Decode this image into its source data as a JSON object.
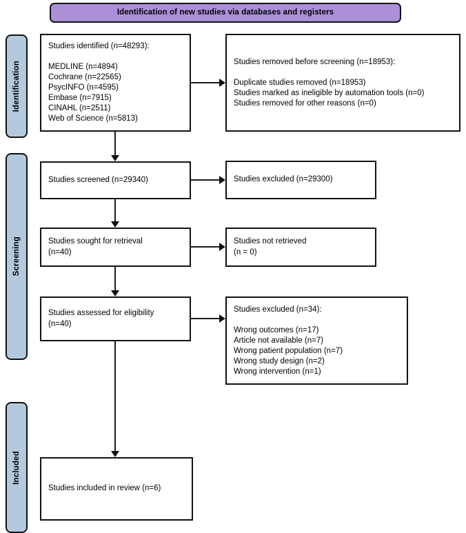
{
  "banner": {
    "label": "Identification of new studies via databases and registers",
    "color": "#ab90d8"
  },
  "stages": [
    {
      "name": "identification",
      "label": "Identification",
      "color": "#b3cade"
    },
    {
      "name": "screening",
      "label": "Screening",
      "color": "#b3cade"
    },
    {
      "name": "included",
      "label": "Included",
      "color": "#b3cade"
    }
  ],
  "boxes": {
    "identified": {
      "text": "Studies identified (n=48293):\n\nMEDLINE (n=4894)\nCochrane (n=22565)\nPsycINFO (n=4595)\nEmbase (n=7915)\nCINAHL (n=2511)\nWeb of Science (n=5813)"
    },
    "removed": {
      "text": "Studies removed before screening (n=18953):\n\nDuplicate studies removed (n=18953)\nStudies marked as ineligible by automation tools (n=0)\nStudies removed for other reasons (n=0)"
    },
    "screened": {
      "text": "Studies screened (n=29340)"
    },
    "excluded_screen": {
      "text": "Studies excluded (n=29300)"
    },
    "sought": {
      "text": "Studies sought for retrieval\n(n=40)"
    },
    "not_retrieved": {
      "text": "Studies not retrieved\n(n = 0)"
    },
    "eligibility": {
      "text": "Studies assessed for eligibility\n(n=40)"
    },
    "excluded_elig": {
      "text": "Studies excluded (n=34):\n\nWrong outcomes (n=17)\nArticle not available (n=7)\nWrong patient population (n=7)\nWrong study design (n=2)\nWrong intervention (n=1)"
    },
    "included": {
      "text": "Studies included in review (n=6)"
    }
  },
  "chart_data": {
    "type": "diagram",
    "title": "Identification of new studies via databases and registers",
    "nodes": [
      {
        "id": "identified",
        "stage": "Identification",
        "total": 48293,
        "breakdown": [
          {
            "source": "MEDLINE",
            "n": 4894
          },
          {
            "source": "Cochrane",
            "n": 22565
          },
          {
            "source": "PsycINFO",
            "n": 4595
          },
          {
            "source": "Embase",
            "n": 7915
          },
          {
            "source": "CINAHL",
            "n": 2511
          },
          {
            "source": "Web of Science",
            "n": 5813
          }
        ]
      },
      {
        "id": "removed",
        "stage": "Identification",
        "total": 18953,
        "breakdown": [
          {
            "reason": "Duplicate studies removed",
            "n": 18953
          },
          {
            "reason": "Studies marked as ineligible by automation tools",
            "n": 0
          },
          {
            "reason": "Studies removed for other reasons",
            "n": 0
          }
        ]
      },
      {
        "id": "screened",
        "stage": "Screening",
        "total": 29340
      },
      {
        "id": "excluded_screen",
        "stage": "Screening",
        "total": 29300
      },
      {
        "id": "sought",
        "stage": "Screening",
        "total": 40
      },
      {
        "id": "not_retrieved",
        "stage": "Screening",
        "total": 0
      },
      {
        "id": "eligibility",
        "stage": "Screening",
        "total": 40
      },
      {
        "id": "excluded_elig",
        "stage": "Screening",
        "total": 34,
        "breakdown": [
          {
            "reason": "Wrong outcomes",
            "n": 17
          },
          {
            "reason": "Article not available",
            "n": 7
          },
          {
            "reason": "Wrong patient population",
            "n": 7
          },
          {
            "reason": "Wrong study design",
            "n": 2
          },
          {
            "reason": "Wrong intervention",
            "n": 1
          }
        ]
      },
      {
        "id": "included",
        "stage": "Included",
        "total": 6
      }
    ],
    "edges": [
      {
        "from": "identified",
        "to": "removed",
        "direction": "right"
      },
      {
        "from": "identified",
        "to": "screened",
        "direction": "down"
      },
      {
        "from": "screened",
        "to": "excluded_screen",
        "direction": "right"
      },
      {
        "from": "screened",
        "to": "sought",
        "direction": "down"
      },
      {
        "from": "sought",
        "to": "not_retrieved",
        "direction": "right"
      },
      {
        "from": "sought",
        "to": "eligibility",
        "direction": "down"
      },
      {
        "from": "eligibility",
        "to": "excluded_elig",
        "direction": "right"
      },
      {
        "from": "eligibility",
        "to": "included",
        "direction": "down"
      }
    ]
  }
}
